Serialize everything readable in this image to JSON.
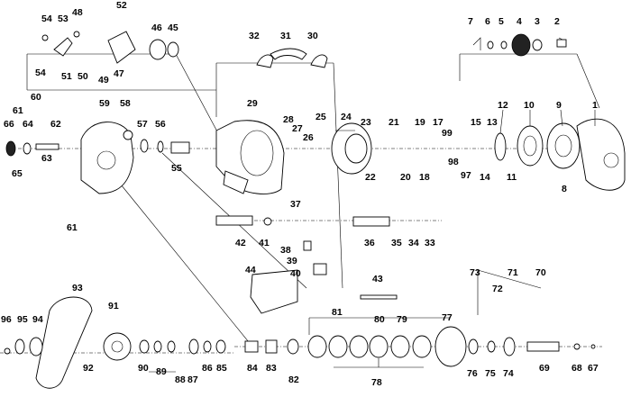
{
  "labels": {
    "l1": "1",
    "l2": "2",
    "l3": "3",
    "l4": "4",
    "l5": "5",
    "l6": "6",
    "l7": "7",
    "l8": "8",
    "l9": "9",
    "l10": "10",
    "l11": "11",
    "l12": "12",
    "l13": "13",
    "l14": "14",
    "l15": "15",
    "l17": "17",
    "l18": "18",
    "l19": "19",
    "l20": "20",
    "l21": "21",
    "l22": "22",
    "l23": "23",
    "l24": "24",
    "l25": "25",
    "l26": "26",
    "l27": "27",
    "l28": "28",
    "l29": "29",
    "l30": "30",
    "l31": "31",
    "l32": "32",
    "l33": "33",
    "l34": "34",
    "l35": "35",
    "l36": "36",
    "l37": "37",
    "l38": "38",
    "l39": "39",
    "l40": "40",
    "l41": "41",
    "l42": "42",
    "l43": "43",
    "l44": "44",
    "l45": "45",
    "l46": "46",
    "l47": "47",
    "l48": "48",
    "l49": "49",
    "l50": "50",
    "l51": "51",
    "l52": "52",
    "l53": "53",
    "l54a": "54",
    "l54b": "54",
    "l55": "55",
    "l56": "56",
    "l57": "57",
    "l58": "58",
    "l59": "59",
    "l60": "60",
    "l61a": "61",
    "l61b": "61",
    "l62": "62",
    "l63": "63",
    "l64": "64",
    "l65": "65",
    "l66": "66",
    "l67": "67",
    "l68": "68",
    "l69": "69",
    "l70": "70",
    "l71": "71",
    "l72": "72",
    "l73": "73",
    "l74": "74",
    "l75": "75",
    "l76": "76",
    "l77": "77",
    "l78": "78",
    "l79": "79",
    "l80": "80",
    "l81": "81",
    "l82": "82",
    "l83": "83",
    "l84": "84",
    "l85": "85",
    "l86": "86",
    "l87": "87",
    "l88": "88",
    "l89": "89",
    "l90": "90",
    "l91": "91",
    "l92": "92",
    "l93": "93",
    "l94": "94",
    "l95": "95",
    "l96": "96",
    "l97": "97",
    "l98": "98",
    "l99": "99"
  }
}
